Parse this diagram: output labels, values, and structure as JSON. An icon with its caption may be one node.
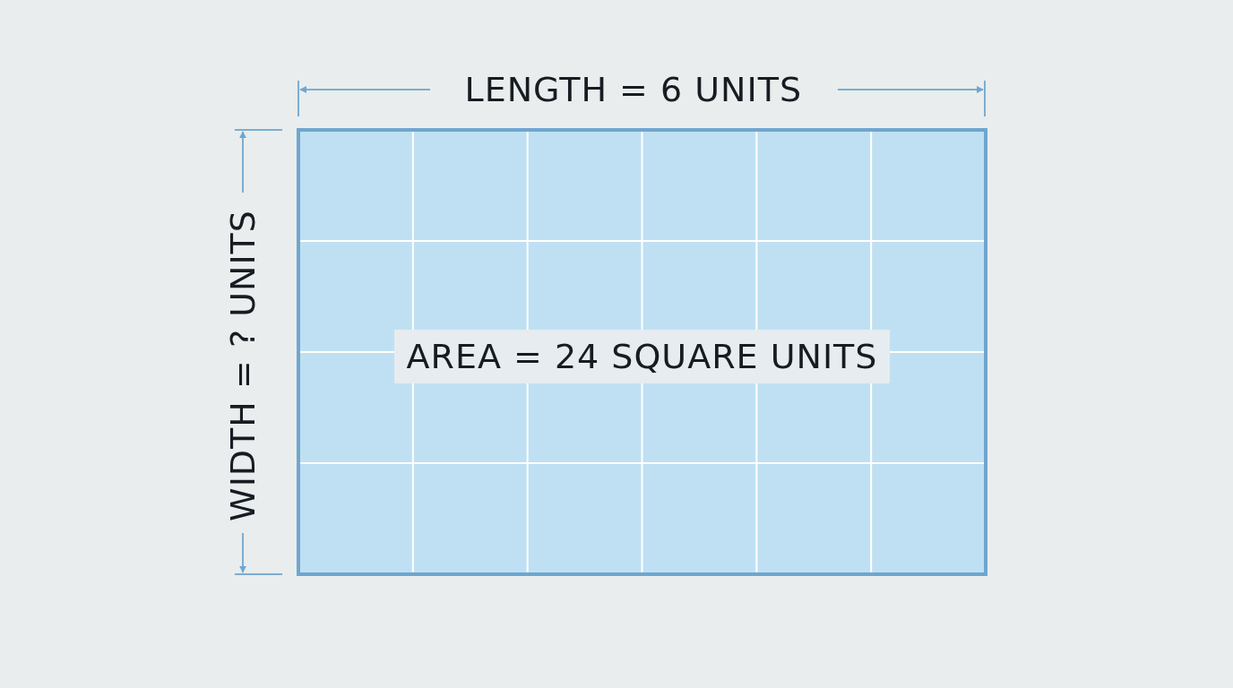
{
  "diagram": {
    "nodes": [
      {
        "text": [
          "AREA = 24 SQUARE UNITS"
        ]
      }
    ],
    "labels": [
      "LENGTH = 6 UNITS",
      "WIDTH = ? UNITS"
    ]
  }
}
